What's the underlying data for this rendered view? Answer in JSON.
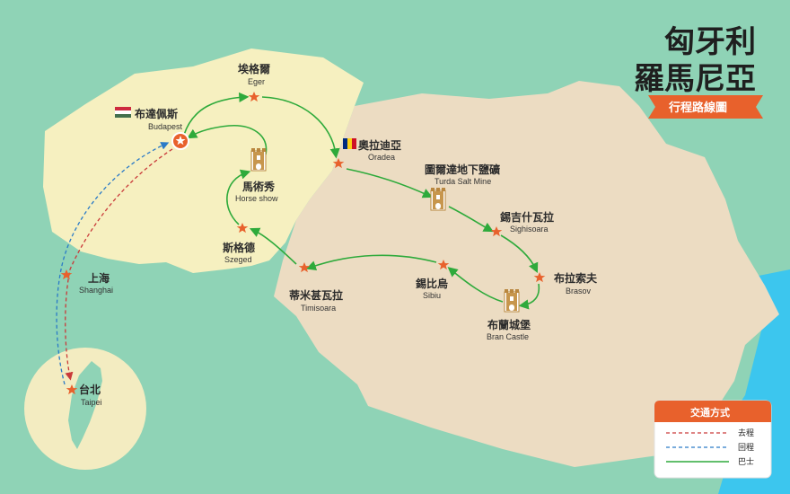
{
  "title": {
    "line1": "匈牙利",
    "line2": "羅馬尼亞",
    "subtitle": "行程路線圖"
  },
  "colors": {
    "sea": "#8fd3b6",
    "hungary": "#f6f0c0",
    "romania": "#ecdcc2",
    "taiwan_circle": "#f3ecc1",
    "blacksea": "#3cc6ee",
    "orange": "#e8612c",
    "bus": "#2eaa3b",
    "outbound": "#c93a3a",
    "return": "#2a7ac7"
  },
  "places": [
    {
      "id": "budapest",
      "zh": "布達佩斯",
      "en": "Budapest"
    },
    {
      "id": "eger",
      "zh": "埃格爾",
      "en": "Eger"
    },
    {
      "id": "horse",
      "zh": "馬術秀",
      "en": "Horse show"
    },
    {
      "id": "szeged",
      "zh": "斯格德",
      "en": "Szeged"
    },
    {
      "id": "oradea",
      "zh": "奧拉迪亞",
      "en": "Oradea"
    },
    {
      "id": "turda",
      "zh": "圖爾達地下鹽礦",
      "en": "Turda Salt Mine"
    },
    {
      "id": "sighisoara",
      "zh": "錫吉什瓦拉",
      "en": "Sighisoara"
    },
    {
      "id": "brasov",
      "zh": "布拉索夫",
      "en": "Brasov"
    },
    {
      "id": "bran",
      "zh": "布蘭城堡",
      "en": "Bran Castle"
    },
    {
      "id": "sibiu",
      "zh": "錫比烏",
      "en": "Sibiu"
    },
    {
      "id": "timisoara",
      "zh": "蒂米甚瓦拉",
      "en": "Timisoara"
    },
    {
      "id": "shanghai",
      "zh": "上海",
      "en": "Shanghai"
    },
    {
      "id": "taipei",
      "zh": "台北",
      "en": "Taipei"
    }
  ],
  "legend": {
    "title": "交通方式",
    "items": [
      {
        "label": "去程",
        "style": "dashed",
        "color": "#c93a3a"
      },
      {
        "label": "回程",
        "style": "dashed",
        "color": "#2a7ac7"
      },
      {
        "label": "巴士",
        "style": "solid",
        "color": "#2eaa3b"
      }
    ]
  },
  "icons": {
    "star": "star-icon",
    "castle": "castle-tower-icon",
    "flag_hungary": "hungary-flag-icon",
    "flag_romania": "romania-flag-icon"
  }
}
